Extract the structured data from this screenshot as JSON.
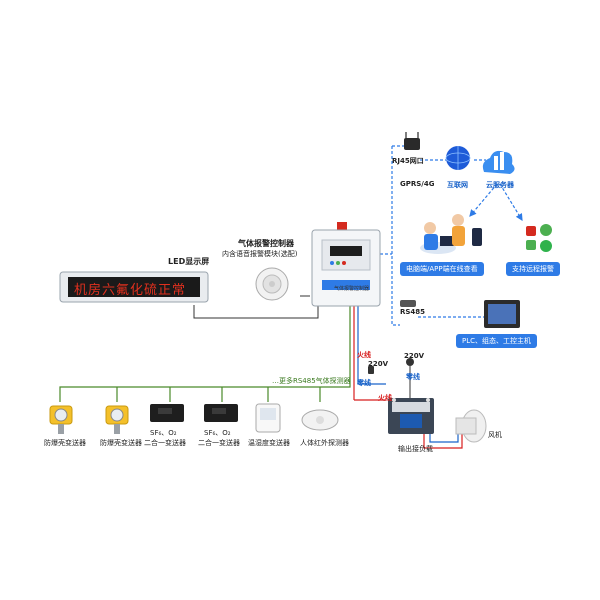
{
  "cloud_section": {
    "rj45": "RJ45网口",
    "gprs": "GPRS/4G",
    "internet": "互联网",
    "cloud_server": "云服务器",
    "pc_app_view": "电脑端/APP端在线查看",
    "remote_alarm": "支持远程报警",
    "rs485": "RS485",
    "plc_label": "PLC、组态、工控主机"
  },
  "controller": {
    "title": "气体报警控制器",
    "subtitle": "内含语音报警模块(选配)",
    "panel_text": "气体报警控制器"
  },
  "led": {
    "label": "LED显示屏",
    "scroll_text": "机房六氟化硫正常"
  },
  "wiring": {
    "live1": "火线",
    "v220_1": "220V",
    "neutral1": "零线",
    "v220_2": "220V",
    "neutral2": "零线",
    "live2": "火线",
    "output_contactor": "输出接负载",
    "fan": "风机"
  },
  "detectors": {
    "more_rs485": "…更多RS485气体探测器",
    "items": [
      {
        "line1": "防爆壳变送器"
      },
      {
        "line1": "防爆壳变送器"
      },
      {
        "line1": "SF₆、O₂",
        "line2": "二合一变送器"
      },
      {
        "line1": "SF₆、O₂",
        "line2": "二合一变送器"
      },
      {
        "line1": "温湿度变送器"
      },
      {
        "line1": "人体红外探测器"
      }
    ]
  },
  "colors": {
    "accent_blue": "#2e7be6",
    "wire_red": "#d81e1e",
    "wire_blue": "#1a63c9",
    "bus_green": "#4a8a2a"
  }
}
